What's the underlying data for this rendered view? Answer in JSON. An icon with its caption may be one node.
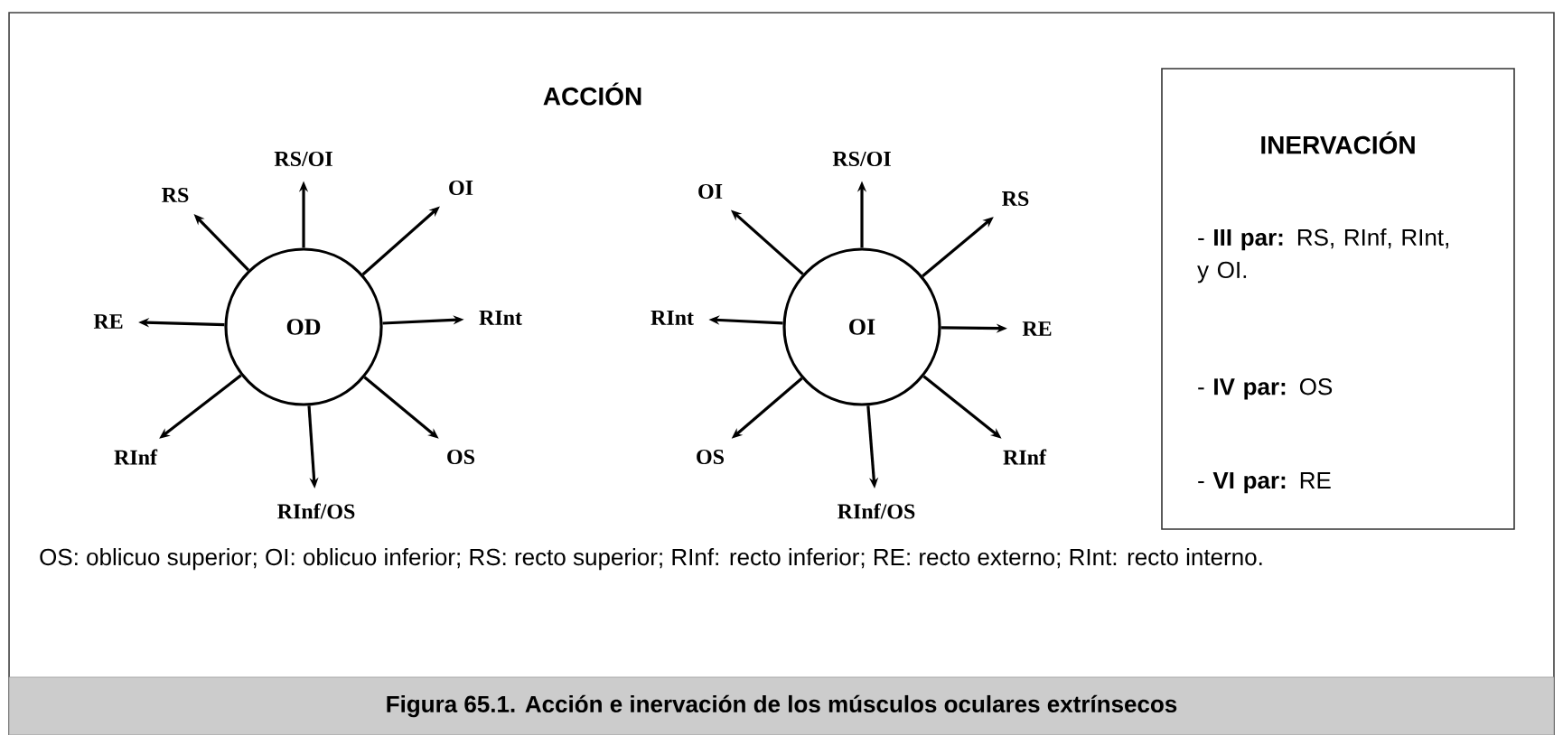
{
  "diagram": {
    "title": "ACCIÓN",
    "caption": "Figura 65.1. Acción e inervación de los músculos oculares extrínsecos",
    "nodes": [
      {
        "text": [
          "OD"
        ]
      },
      {
        "text": [
          "RS/OI"
        ]
      },
      {
        "text": [
          "RS"
        ]
      },
      {
        "text": [
          "OI"
        ]
      },
      {
        "text": [
          "RE"
        ]
      },
      {
        "text": [
          "RInt"
        ]
      },
      {
        "text": [
          "RInf"
        ]
      },
      {
        "text": [
          "OS"
        ]
      },
      {
        "text": [
          "RInf/OS"
        ]
      },
      {
        "text": [
          "OI"
        ]
      },
      {
        "text": [
          "RS/OI"
        ]
      },
      {
        "text": [
          "OI"
        ]
      },
      {
        "text": [
          "RS"
        ]
      },
      {
        "text": [
          "RInt"
        ]
      },
      {
        "text": [
          "RE"
        ]
      },
      {
        "text": [
          "OS"
        ]
      },
      {
        "text": [
          "RInf"
        ]
      },
      {
        "text": [
          "RInf/OS"
        ]
      },
      {
        "text": [
          "INERVACIÓN",
          "- **III par:** RS, RInf, RInt, y OI.",
          "- **IV par:** OS",
          "- **VI par:** RE"
        ]
      }
    ],
    "edges": [
      {
        "from": 0,
        "to": 1,
        "arrow": "to"
      },
      {
        "from": 0,
        "to": 2,
        "arrow": "to"
      },
      {
        "from": 0,
        "to": 3,
        "arrow": "to"
      },
      {
        "from": 0,
        "to": 4,
        "arrow": "to"
      },
      {
        "from": 0,
        "to": 5,
        "arrow": "to"
      },
      {
        "from": 0,
        "to": 6,
        "arrow": "to"
      },
      {
        "from": 0,
        "to": 7,
        "arrow": "to"
      },
      {
        "from": 0,
        "to": 8,
        "arrow": "to"
      },
      {
        "from": 9,
        "to": 10,
        "arrow": "to"
      },
      {
        "from": 9,
        "to": 11,
        "arrow": "to"
      },
      {
        "from": 9,
        "to": 12,
        "arrow": "to"
      },
      {
        "from": 9,
        "to": 13,
        "arrow": "to"
      },
      {
        "from": 9,
        "to": 14,
        "arrow": "to"
      },
      {
        "from": 9,
        "to": 15,
        "arrow": "to"
      },
      {
        "from": 9,
        "to": 16,
        "arrow": "to"
      },
      {
        "from": 9,
        "to": 17,
        "arrow": "to"
      }
    ],
    "labels": [
      "OS: oblicuo superior; OI: oblicuo inferior; RS: recto superior; RInf: recto inferior; RE: recto externo; RInt: recto interno."
    ]
  }
}
